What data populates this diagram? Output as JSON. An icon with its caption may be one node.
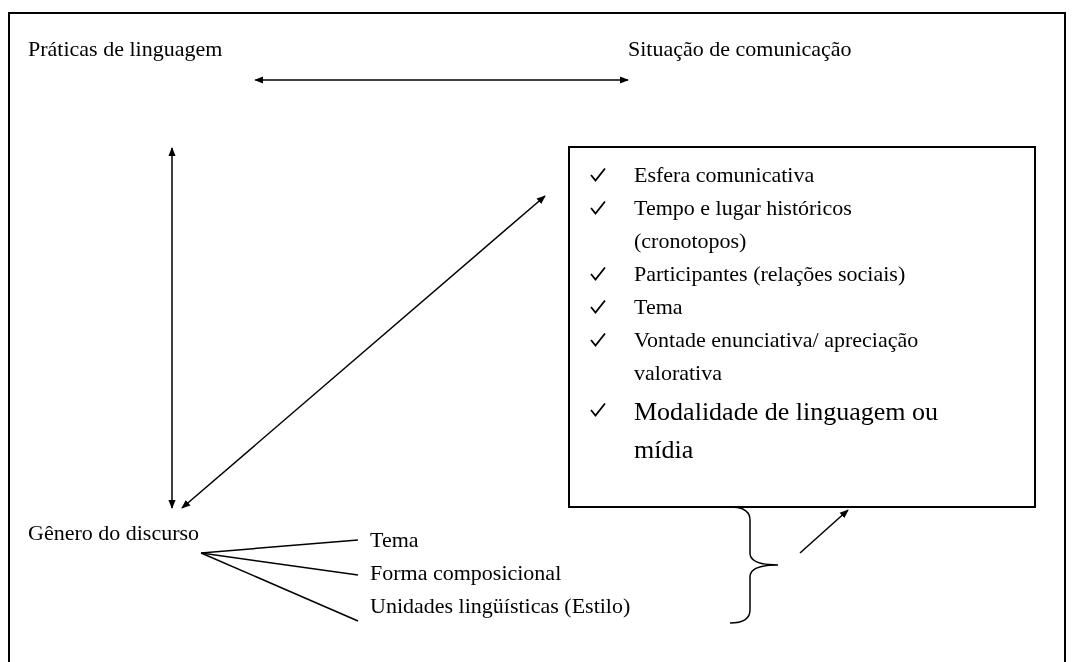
{
  "diagram": {
    "nodes": [
      {
        "text": [
          "Práticas de linguagem"
        ]
      },
      {
        "text": [
          "Situação de comunicação"
        ]
      },
      {
        "text": [
          "Esfera comunicativa",
          "Tempo e lugar históricos (cronotopos)",
          "Participantes (relações sociais)",
          "Tema",
          "Vontade enunciativa/ apreciação valorativa",
          "Modalidade de linguagem ou mídia"
        ]
      },
      {
        "text": [
          "Gênero do discurso"
        ]
      },
      {
        "text": [
          "Tema"
        ]
      },
      {
        "text": [
          "Forma composicional"
        ]
      },
      {
        "text": [
          "Unidades lingüísticas (Estilo)"
        ]
      }
    ],
    "edges": [
      {
        "from": 0,
        "to": 1,
        "arrow": "both"
      },
      {
        "from": 0,
        "to": 3,
        "arrow": "both"
      },
      {
        "from": 3,
        "to": 2,
        "arrow": "both"
      },
      {
        "from": 3,
        "to": 4,
        "arrow": "none"
      },
      {
        "from": 3,
        "to": 5,
        "arrow": "none"
      },
      {
        "from": 3,
        "to": 6,
        "arrow": "none"
      },
      {
        "from": null,
        "to": 2,
        "arrow": "to"
      }
    ]
  }
}
